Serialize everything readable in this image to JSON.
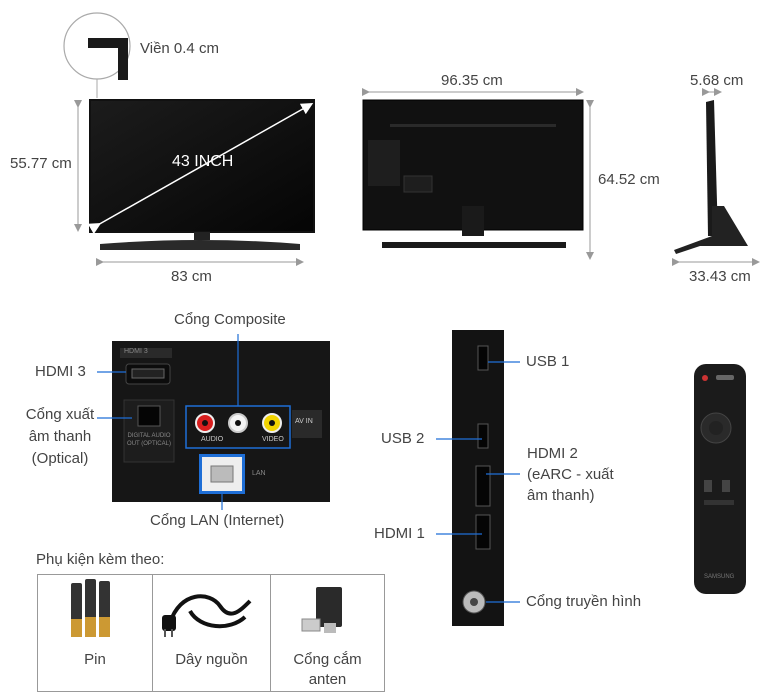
{
  "dimensions": {
    "bezel": "Viền 0.4 cm",
    "screen_size": "43 INCH",
    "height_front": "55.77 cm",
    "width_front": "83 cm",
    "width_back": "96.35 cm",
    "height_back": "64.52 cm",
    "depth_top": "5.68 cm",
    "depth_stand": "33.43 cm"
  },
  "ports_back": {
    "composite": "Cổng Composite",
    "hdmi3": "HDMI 3",
    "optical": "Cổng xuất âm thanh (Optical)",
    "optical_line1": "Cổng xuất",
    "optical_line2": "âm thanh",
    "optical_line3": "(Optical)",
    "lan": "Cổng LAN (Internet)",
    "panel_hdmi3": "HDMI 3",
    "panel_digital": "DIGITAL AUDIO OUT (OPTICAL)",
    "panel_audio": "AUDIO",
    "panel_video": "VIDEO",
    "panel_avin": "AV IN",
    "panel_lan": "LAN"
  },
  "ports_side": {
    "usb1": "USB 1",
    "usb2": "USB 2",
    "hdmi2_line1": "HDMI 2",
    "hdmi2_line2": "(eARC - xuất",
    "hdmi2_line3": "âm thanh)",
    "hdmi1": "HDMI 1",
    "antenna": "Cổng truyền hình"
  },
  "remote": {
    "brand": "SAMSUNG"
  },
  "accessories": {
    "title": "Phụ kiện kèm theo:",
    "items": [
      {
        "label": "Pin",
        "icon": "battery-icon"
      },
      {
        "label": "Dây nguồn",
        "icon": "power-cord-icon"
      },
      {
        "label_line1": "Cổng cắm",
        "label_line2": "anten",
        "icon": "antenna-adapter-icon"
      }
    ]
  }
}
